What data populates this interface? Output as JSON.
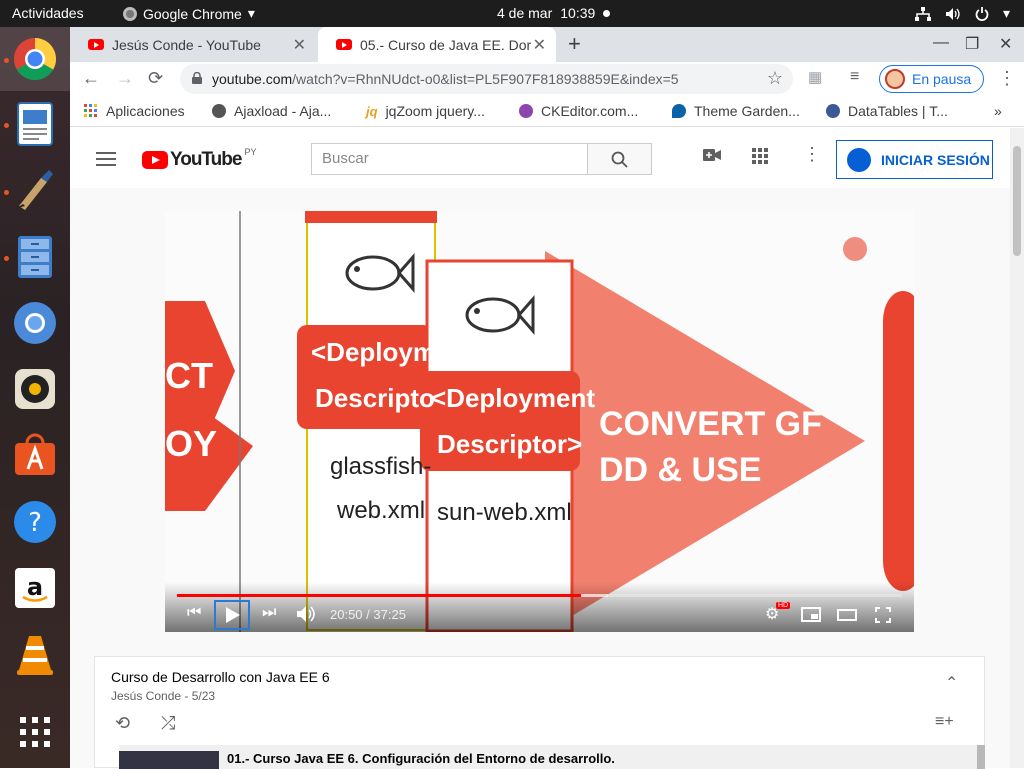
{
  "topbar": {
    "activities": "Actividades",
    "app_name": "Google Chrome",
    "date": "4 de mar",
    "time": "10:39"
  },
  "dock": {
    "items": [
      "chrome",
      "document-viewer",
      "image-editor",
      "files",
      "chromium",
      "rhythmbox",
      "software-center",
      "help",
      "amazon",
      "vlc",
      "app-grid"
    ]
  },
  "tabs": [
    {
      "title": "Jesús Conde - YouTube"
    },
    {
      "title": "05.- Curso de Java EE. Dor"
    }
  ],
  "address": {
    "host": "youtube.com",
    "path": "/watch?v=RhnNUdct-o0&list=PL5F907F818938859E&index=5"
  },
  "profile": {
    "label": "En pausa"
  },
  "bookmarks": [
    {
      "label": "Aplicaciones"
    },
    {
      "label": "Ajaxload - Aja..."
    },
    {
      "label": "jqZoom jquery..."
    },
    {
      "label": "CKEditor.com..."
    },
    {
      "label": "Theme Garden..."
    },
    {
      "label": "DataTables | T..."
    }
  ],
  "youtube": {
    "logo_text": "YouTube",
    "region": "PY",
    "search_placeholder": "Buscar",
    "signin": "INICIAR SESIÓN"
  },
  "video": {
    "overlay": {
      "arrow_left_1": "CT",
      "arrow_left_2": "OY",
      "desc1_a": "<Deployme",
      "desc1_b": "Descripto",
      "file1_a": "glassfish-",
      "file1_b": "web.xml",
      "desc2_a": "<Deployment",
      "desc2_b": "Descriptor>",
      "file2": "sun-web.xml",
      "convert_a": "CONVERT GF",
      "convert_b": "DD & USE"
    },
    "current_time": "20:50",
    "duration": "37:25",
    "progress_fraction": 0.557,
    "buffered_fraction": 0.595,
    "quality_badge": "HD"
  },
  "playlist": {
    "title": "Curso de Desarrollo con Java EE 6",
    "subtitle": "Jesús Conde - 5/23",
    "items": [
      {
        "title": "01.- Curso Java EE 6. Configuración del Entorno de desarrollo."
      }
    ]
  },
  "colors": {
    "brand_red": "#ff0000",
    "link_blue": "#065fd4",
    "slide_red": "#e8442f"
  }
}
